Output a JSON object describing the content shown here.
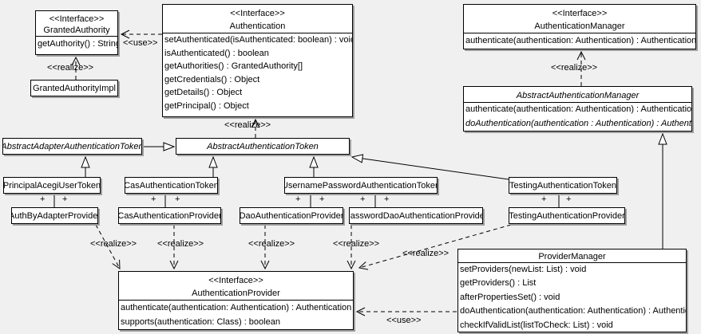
{
  "labels": {
    "use": "<<use>>",
    "realize": "<<realize>>",
    "plus": "+",
    "interface_stereotype": "<<Interface>>"
  },
  "classes": {
    "granted_authority": {
      "stereotype": "<<Interface>>",
      "name": "GrantedAuthority",
      "methods": [
        "getAuthority() : String"
      ]
    },
    "granted_authority_impl": {
      "name": "GrantedAuthorityImpl"
    },
    "authentication": {
      "stereotype": "<<Interface>>",
      "name": "Authentication",
      "methods": [
        "setAuthenticated(isAuthenticated: boolean) : void",
        "isAuthenticated() : boolean",
        "getAuthorities() : GrantedAuthority[]",
        "getCredentials() : Object",
        "getDetails() : Object",
        "getPrincipal() : Object"
      ]
    },
    "authentication_manager": {
      "stereotype": "<<Interface>>",
      "name": "AuthenticationManager",
      "methods": [
        "authenticate(authentication: Authentication) : Authentication"
      ]
    },
    "abstract_authentication_manager": {
      "name": "AbstractAuthenticationManager",
      "methods": [
        "authenticate(authentication: Authentication) : Authentication",
        "doAuthentication(authentication : Authentication) : Authentication"
      ]
    },
    "abstract_adapter_authentication_token": {
      "name": "AbstractAdapterAuthenticationToken"
    },
    "abstract_authentication_token": {
      "name": "AbstractAuthenticationToken"
    },
    "principal_acegi_user_token": {
      "name": "PrincipalAcegiUserToken"
    },
    "cas_authentication_token": {
      "name": "CasAuthenticationToken"
    },
    "username_password_authentication_token": {
      "name": "UsernamePasswordAuthenticationToken"
    },
    "testing_authentication_token": {
      "name": "TestingAuthenticationToken"
    },
    "auth_by_adapter_provider": {
      "name": "AuthByAdapterProvider"
    },
    "cas_authentication_provider": {
      "name": "CasAuthenticationProvider"
    },
    "dao_authentication_provider": {
      "name": "DaoAuthenticationProvider"
    },
    "password_dao_authentication_provider": {
      "name": "PasswordDaoAuthenticationProvider"
    },
    "testing_authentication_provider": {
      "name": "TestingAuthenticationProvider"
    },
    "authentication_provider": {
      "stereotype": "<<Interface>>",
      "name": "AuthenticationProvider",
      "methods": [
        "authenticate(authentication: Authentication) : Authentication",
        "supports(authentication: Class) : boolean"
      ]
    },
    "provider_manager": {
      "name": "ProviderManager",
      "methods": [
        "setProviders(newList: List) : void",
        "getProviders() : List",
        "afterPropertiesSet() : void",
        "doAuthentication(authentication: Authentication) : Authentication",
        "checkIfValidList(listToCheck: List) : void"
      ]
    }
  },
  "colors": {
    "background": "#f0f0f0",
    "box_fill": "#ffffff",
    "line": "#000000",
    "shadow": "#9f9f9f"
  }
}
